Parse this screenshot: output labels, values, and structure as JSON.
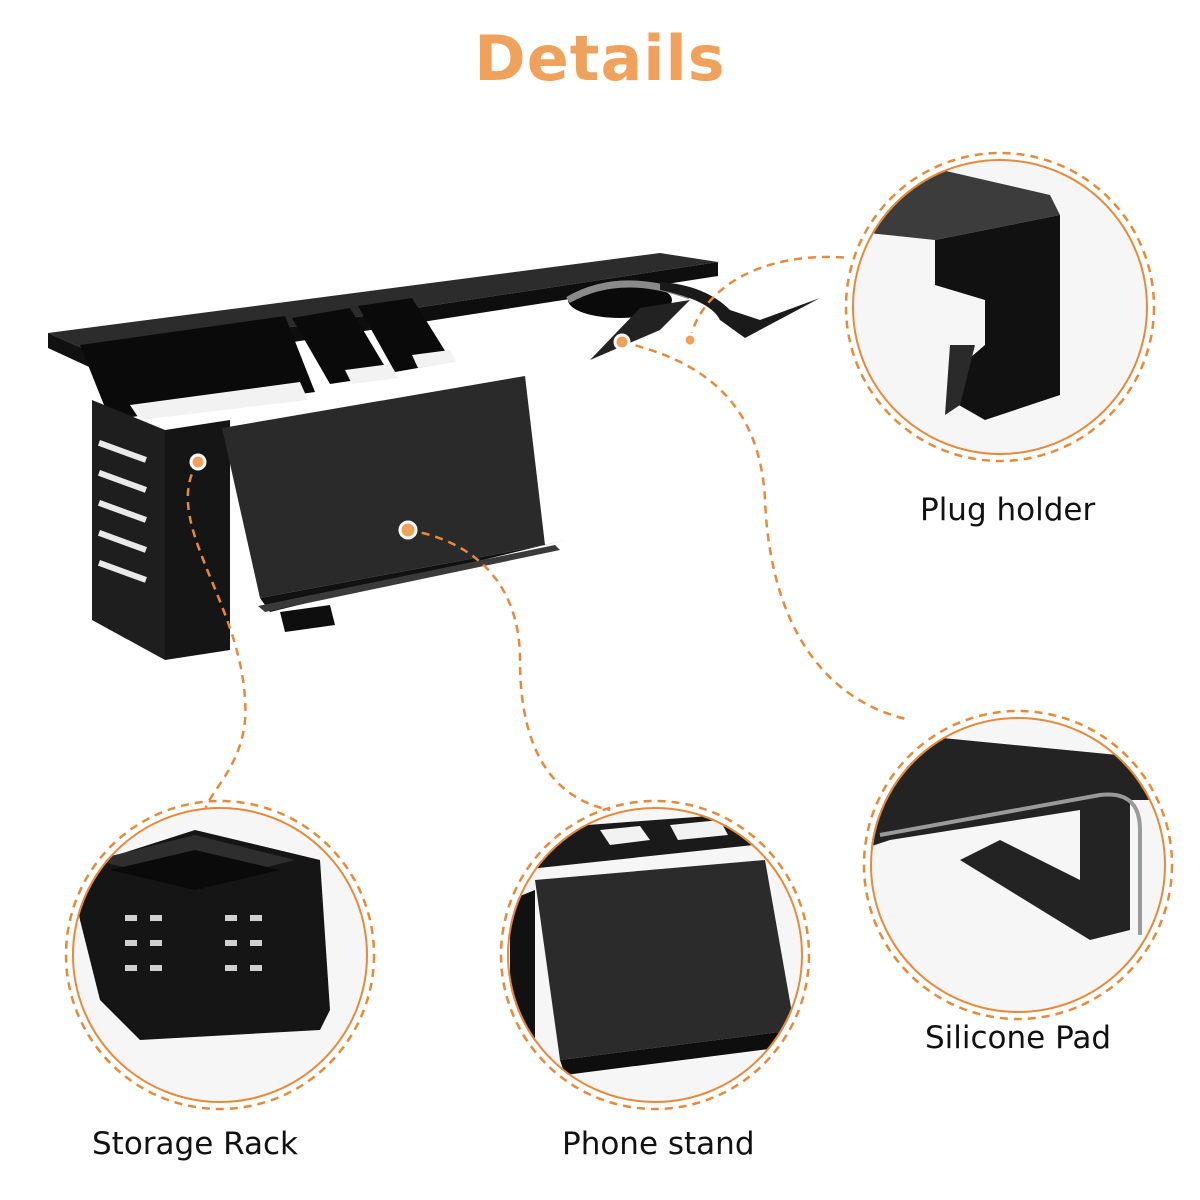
{
  "title": "Details",
  "colors": {
    "title": "#F0A25C",
    "accent": "#E8893A",
    "product": "#1c1c1c"
  },
  "labels": {
    "plug_holder": "Plug holder",
    "silicone_pad": "Silicone Pad",
    "storage_rack": "Storage Rack",
    "phone_stand": "Phone stand"
  }
}
